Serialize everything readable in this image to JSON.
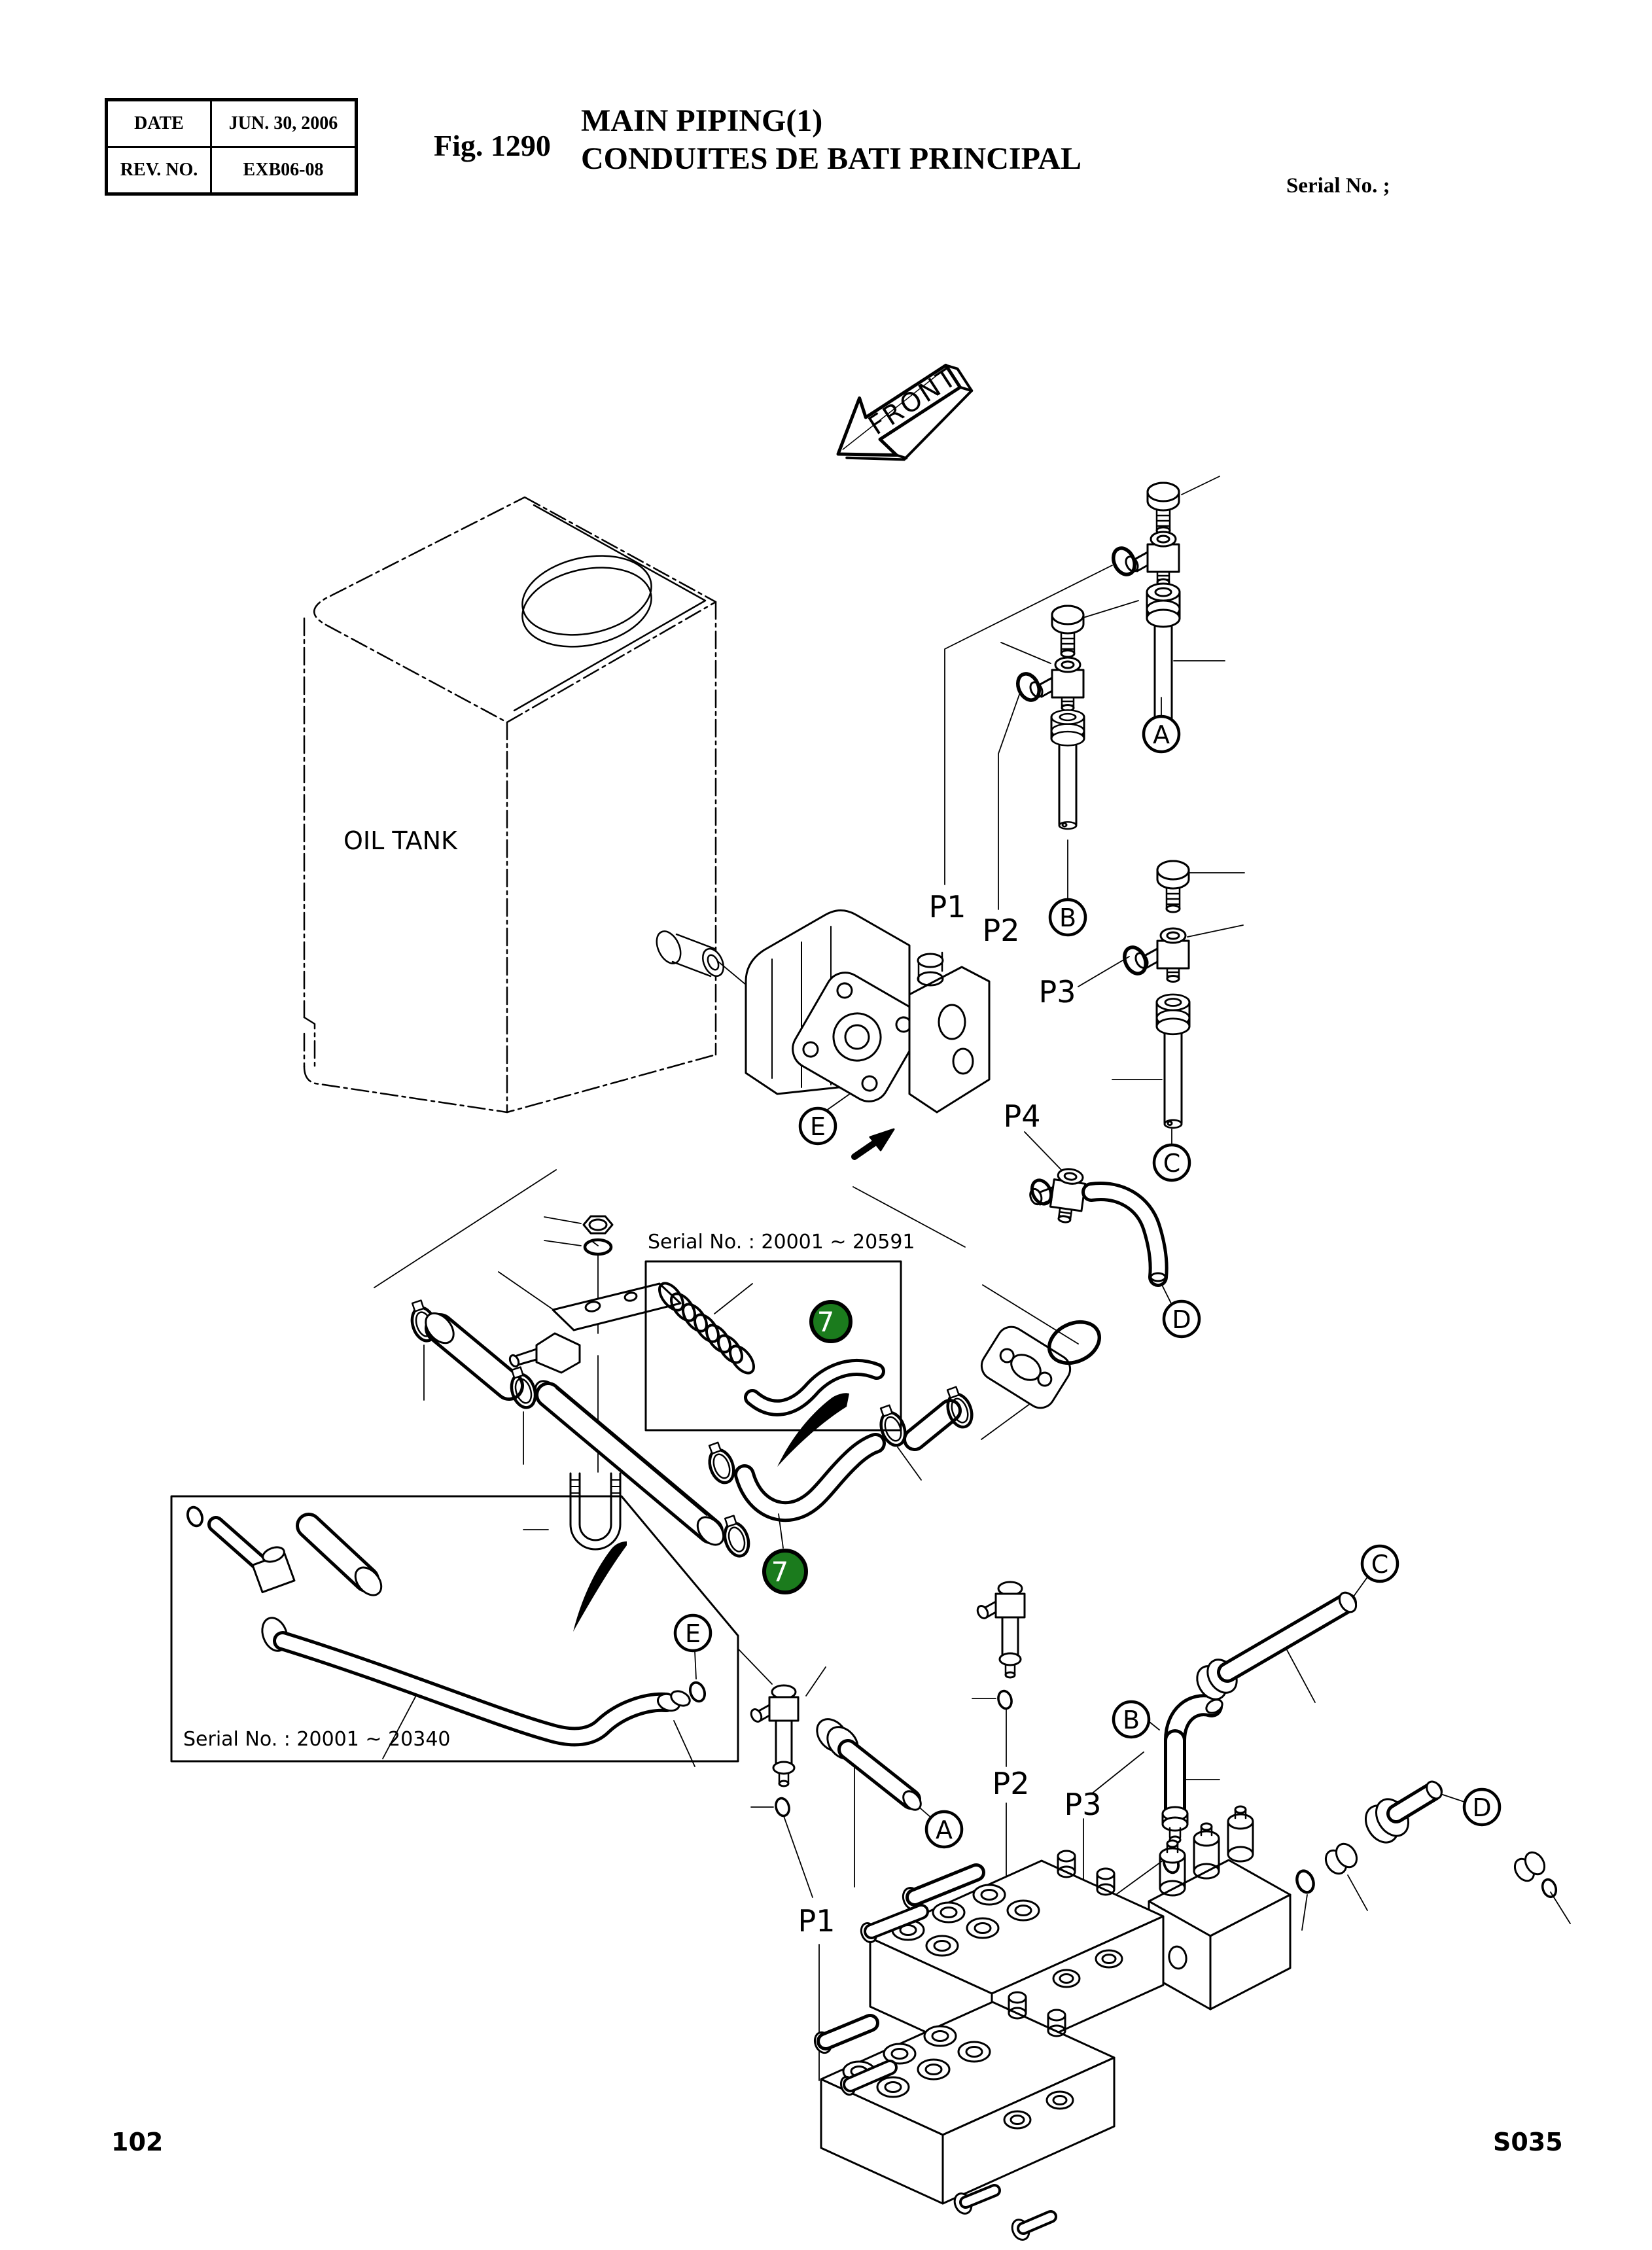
{
  "header": {
    "info_table": {
      "rows": [
        {
          "label": "DATE",
          "value": "JUN. 30, 2006"
        },
        {
          "label": "REV. NO.",
          "value": "EXB06-08"
        }
      ]
    },
    "fig_label": "Fig. 1290",
    "title_en": "MAIN PIPING(1)",
    "title_fr": "CONDUITES DE BATI PRINCIPAL",
    "serial_note": "Serial No. ;"
  },
  "diagram": {
    "front_label": "FRONT",
    "oil_tank_label": "OIL TANK",
    "badge_color": "#1b7b1d",
    "inset_upper": {
      "serial_label": "Serial No. : 20001 ~ 20591",
      "badge": "7"
    },
    "hose_badge": "7",
    "inset_lower": {
      "serial_label": "Serial No. : 20001 ~ 20340"
    },
    "ports_pump": {
      "p1": "P1",
      "p2": "P2",
      "p3": "P3",
      "p4": "P4"
    },
    "ports_valve": {
      "p1": "P1",
      "p2": "P2",
      "p3": "P3"
    },
    "callouts_pump": {
      "a": "A",
      "b": "B",
      "c": "C",
      "d": "D",
      "e": "E"
    },
    "callouts_valve": {
      "a": "A",
      "b": "B",
      "c": "C",
      "d": "D",
      "e": "E"
    }
  },
  "footer": {
    "page_number": "102",
    "doc_code": "S035"
  }
}
